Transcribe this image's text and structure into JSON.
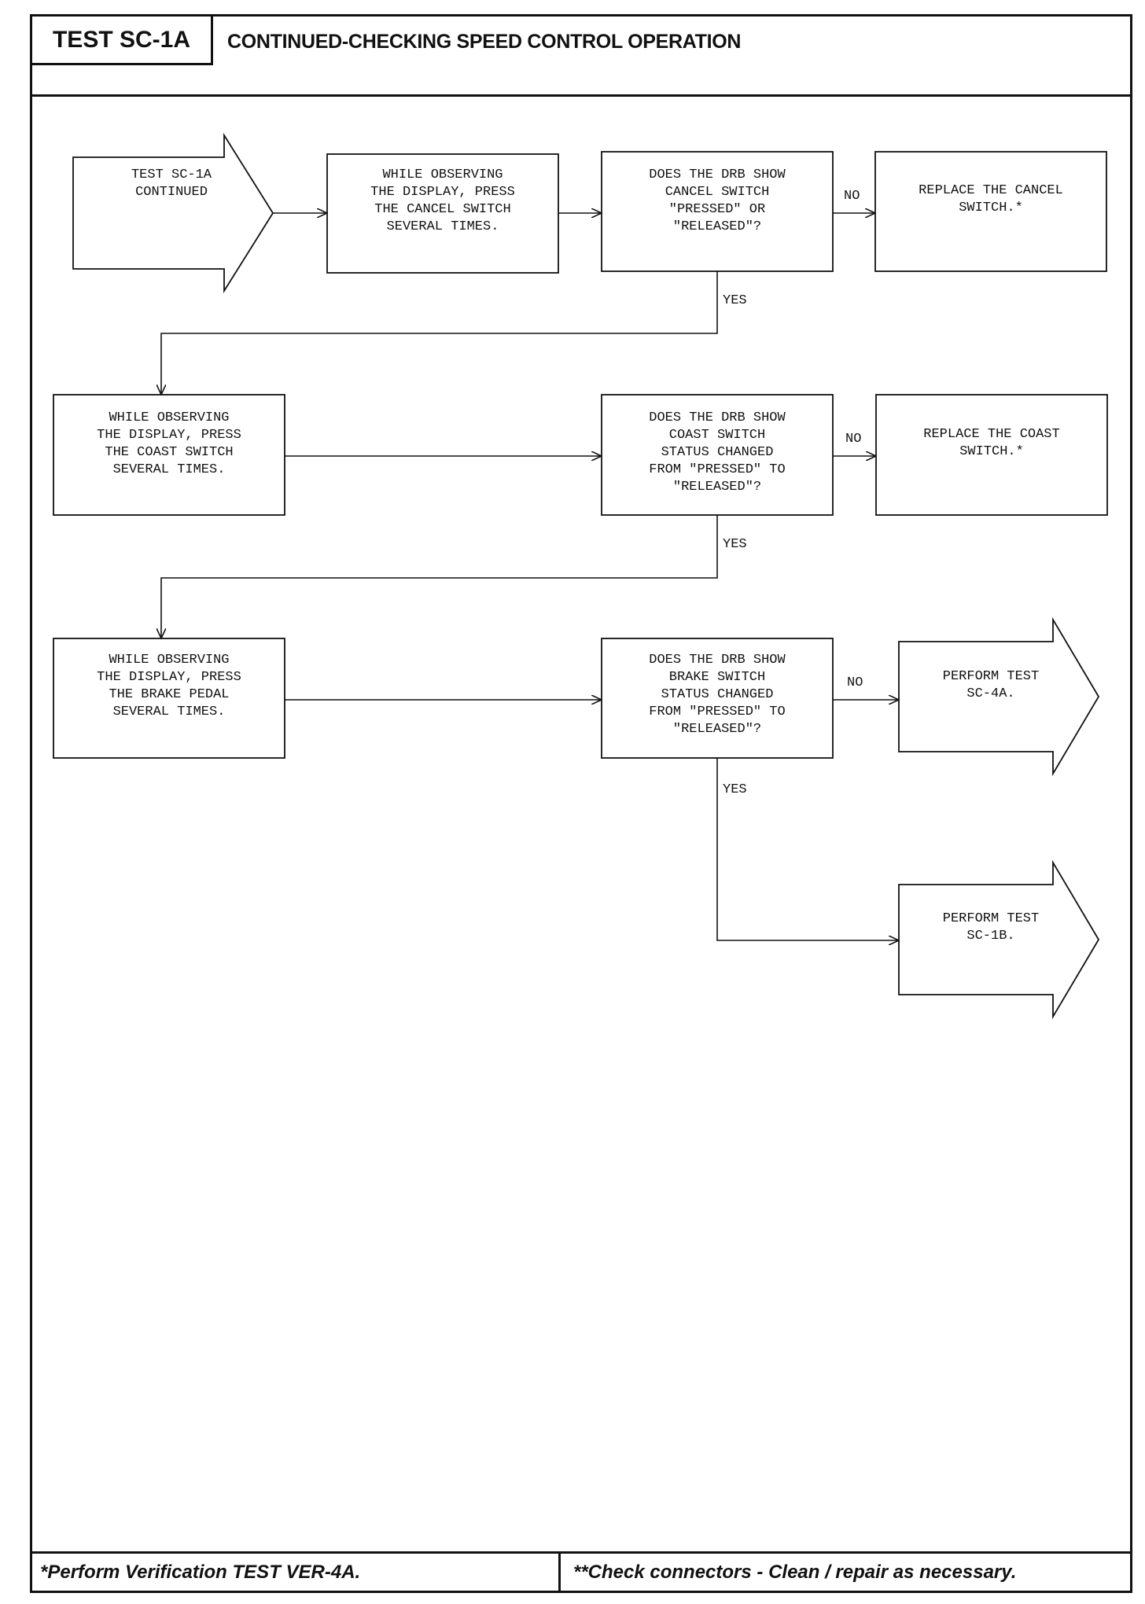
{
  "header": {
    "test_id": "TEST SC-1A",
    "title": "CONTINUED-CHECKING SPEED CONTROL OPERATION"
  },
  "nodes": {
    "start": {
      "type": "terminal-arrow",
      "lines": [
        "TEST SC-1A",
        "CONTINUED"
      ]
    },
    "cancel_action": {
      "type": "process",
      "lines": [
        "WHILE OBSERVING",
        "THE DISPLAY, PRESS",
        "THE CANCEL SWITCH",
        "SEVERAL TIMES."
      ]
    },
    "cancel_decision": {
      "type": "decision",
      "lines": [
        "DOES THE DRB SHOW",
        "CANCEL SWITCH",
        "\"PRESSED\" OR",
        "\"RELEASED\"?"
      ]
    },
    "replace_cancel": {
      "type": "process",
      "lines": [
        "REPLACE THE CANCEL",
        "SWITCH.*"
      ]
    },
    "coast_action": {
      "type": "process",
      "lines": [
        "WHILE OBSERVING",
        "THE DISPLAY, PRESS",
        "THE COAST SWITCH",
        "SEVERAL TIMES."
      ]
    },
    "coast_decision": {
      "type": "decision",
      "lines": [
        "DOES THE DRB SHOW",
        "COAST SWITCH",
        "STATUS CHANGED",
        "FROM \"PRESSED\" TO",
        "\"RELEASED\"?"
      ]
    },
    "replace_coast": {
      "type": "process",
      "lines": [
        "REPLACE THE COAST",
        "SWITCH.*"
      ]
    },
    "brake_action": {
      "type": "process",
      "lines": [
        "WHILE OBSERVING",
        "THE DISPLAY, PRESS",
        "THE BRAKE PEDAL",
        "SEVERAL TIMES."
      ]
    },
    "brake_decision": {
      "type": "decision",
      "lines": [
        "DOES THE DRB SHOW",
        "BRAKE SWITCH",
        "STATUS CHANGED",
        "FROM \"PRESSED\" TO",
        "\"RELEASED\"?"
      ]
    },
    "perform_4a": {
      "type": "terminal-arrow",
      "lines": [
        "PERFORM TEST",
        "SC-4A."
      ]
    },
    "perform_1b": {
      "type": "terminal-arrow",
      "lines": [
        "PERFORM TEST",
        "SC-1B."
      ]
    }
  },
  "edge_labels": {
    "cancel_no": "NO",
    "cancel_yes": "YES",
    "coast_no": "NO",
    "coast_yes": "YES",
    "brake_no": "NO",
    "brake_yes": "YES"
  },
  "footer": {
    "left": "*Perform Verification TEST VER-4A.",
    "right": "**Check connectors - Clean / repair as necessary."
  }
}
